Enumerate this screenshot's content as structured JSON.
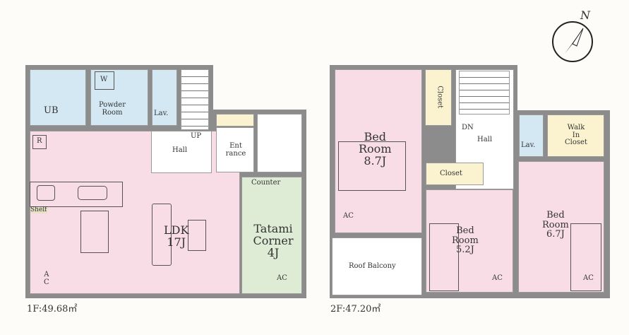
{
  "floor1": {
    "area_label": "1F:49.68㎡",
    "rooms": {
      "ub": "UB",
      "powder": "Powder\nRoom",
      "washer": "W",
      "lav": "Lav.",
      "up": "UP",
      "hall": "Hall",
      "entrance": "Ent\nrance",
      "fridge": "R",
      "counter": "Counter",
      "shelf": "Shelf",
      "ldk": "LDK\n17J",
      "tatami": "Tatami\nCorner\n4J",
      "ac1": "A\nC",
      "ac2": "AC"
    }
  },
  "floor2": {
    "area_label": "2F:47.20㎡",
    "rooms": {
      "bed1": "Bed\nRoom\n8.7J",
      "closet1": "Closet",
      "dn": "DN",
      "hall": "Hall",
      "lav": "Lav.",
      "wic": "Walk\nIn\nCloset",
      "closet2": "Closet",
      "bed2": "Bed\nRoom\n5.2J",
      "bed3": "Bed\nRoom\n6.7J",
      "balcony": "Roof Balcony",
      "ac1": "AC",
      "ac2": "AC",
      "ac3": "AC"
    }
  },
  "compass": {
    "label": "N"
  },
  "colors": {
    "wall": "#8c8c8c",
    "bedroom": "#f8dde6",
    "wet": "#d3e8f3",
    "closet": "#fbf3d0",
    "tatami": "#deecd5"
  }
}
